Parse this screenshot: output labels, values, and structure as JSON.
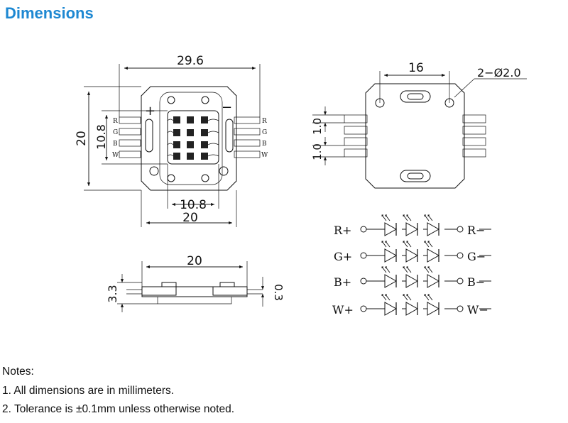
{
  "title": "Dimensions",
  "top_view": {
    "overall_width": "29.6",
    "overall_height": "20",
    "inner_height": "10.8",
    "inner_width": "10.8",
    "body_width": "20",
    "plus_sign": "+",
    "minus_sign": "−",
    "left_pins": [
      "R",
      "G",
      "B",
      "W"
    ],
    "right_pins": [
      "R",
      "G",
      "B",
      "W"
    ]
  },
  "bottom_view": {
    "hole_spacing": "16",
    "hole_callout": "2−Ø2.0",
    "pin_pitch_1": "1.0",
    "pin_pitch_2": "1.0"
  },
  "side_view": {
    "width": "20",
    "height": "3.3",
    "thickness": "0.3"
  },
  "schematic": {
    "rows": [
      {
        "left": "R+",
        "right": "R−"
      },
      {
        "left": "G+",
        "right": "G−"
      },
      {
        "left": "B+",
        "right": "B−"
      },
      {
        "left": "W+",
        "right": "W−"
      }
    ]
  },
  "notes": {
    "heading": "Notes:",
    "items": [
      "1. All dimensions are in millimeters.",
      "2. Tolerance is ±0.1mm unless otherwise noted."
    ]
  }
}
